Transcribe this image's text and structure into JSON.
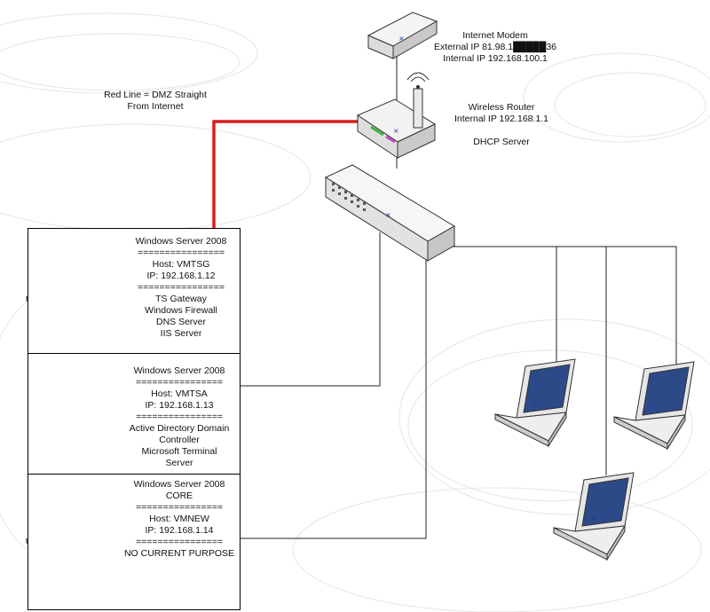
{
  "legend": {
    "line1": "Red Line = DMZ Straight",
    "line2": "From Internet"
  },
  "modem": {
    "title": "Internet Modem",
    "external_ip": "External IP 81.98.1█████36",
    "internal_ip": "Internal IP 192.168.100.1"
  },
  "router": {
    "title": "Wireless Router",
    "internal_ip": "Internal IP 192.168.1.1",
    "dhcp": "DHCP Server"
  },
  "servers": [
    {
      "lines": [
        "Windows Server 2008",
        "================",
        "Host: VMTSG",
        "IP: 192.168.1.12",
        "================",
        "TS Gateway",
        "Windows Firewall",
        "DNS Server",
        "IIS Server"
      ]
    },
    {
      "lines": [
        "Windows Server 2008",
        "================",
        "Host: VMTSA",
        "IP: 192.168.1.13",
        "================",
        "Active Directory Domain",
        "Controller",
        "Microsoft Terminal",
        "Server"
      ]
    },
    {
      "lines": [
        "Windows Server 2008",
        "CORE",
        "================",
        "Host: VMNEW",
        "IP: 192.168.1.14",
        "================",
        "NO CURRENT PURPOSE"
      ]
    }
  ],
  "colors": {
    "dmz_line": "#d81e1e",
    "wire": "#222222",
    "box_border": "#000000"
  }
}
